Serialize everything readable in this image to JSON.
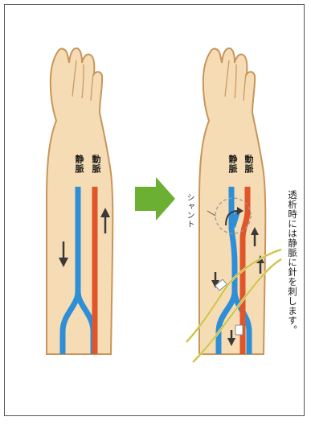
{
  "left_arm": {
    "vein_label": "静脈",
    "artery_label": "動脈"
  },
  "right_arm": {
    "vein_label": "静脈",
    "artery_label": "動脈",
    "shunt_label": "シャント"
  },
  "caption": "透析時には静脈に針を刺します。",
  "colors": {
    "skin": "#F5DCB5",
    "skin_outline": "#C8955A",
    "vein": "#2E8ED6",
    "artery": "#E0552A",
    "arrow_green": "#6BB033",
    "needle": "#E6E07A"
  }
}
